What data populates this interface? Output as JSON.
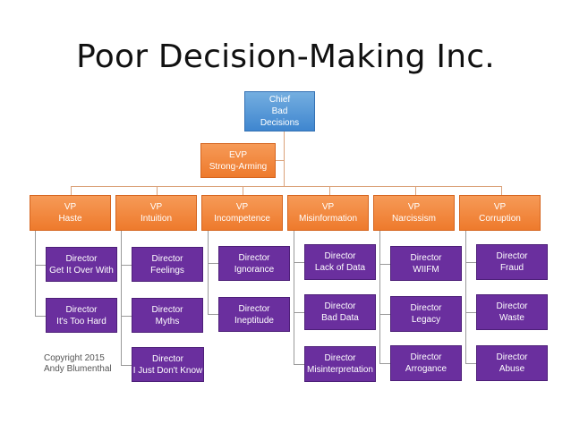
{
  "title": "Poor Decision-Making Inc.",
  "chief": {
    "line1": "Chief",
    "line2": "Bad",
    "line3": "Decisions"
  },
  "evp": {
    "line1": "EVP",
    "line2": "Strong-Arming"
  },
  "vps": [
    {
      "line1": "VP",
      "line2": "Haste"
    },
    {
      "line1": "VP",
      "line2": "Intuition"
    },
    {
      "line1": "VP",
      "line2": "Incompetence"
    },
    {
      "line1": "VP",
      "line2": "Misinformation"
    },
    {
      "line1": "VP",
      "line2": "Narcissism"
    },
    {
      "line1": "VP",
      "line2": "Corruption"
    }
  ],
  "directors": [
    [
      {
        "line1": "Director",
        "line2": "Get It Over With"
      },
      {
        "line1": "Director",
        "line2": "It's Too Hard"
      }
    ],
    [
      {
        "line1": "Director",
        "line2": "Feelings"
      },
      {
        "line1": "Director",
        "line2": "Myths"
      },
      {
        "line1": "Director",
        "line2": "I Just Don't Know"
      }
    ],
    [
      {
        "line1": "Director",
        "line2": "Ignorance"
      },
      {
        "line1": "Director",
        "line2": "Ineptitude"
      }
    ],
    [
      {
        "line1": "Director",
        "line2": "Lack of Data"
      },
      {
        "line1": "Director",
        "line2": "Bad Data"
      },
      {
        "line1": "Director",
        "line2": "Misinterpretation"
      }
    ],
    [
      {
        "line1": "Director",
        "line2": "WIIFM"
      },
      {
        "line1": "Director",
        "line2": "Legacy"
      },
      {
        "line1": "Director",
        "line2": "Arrogance"
      }
    ],
    [
      {
        "line1": "Director",
        "line2": "Fraud"
      },
      {
        "line1": "Director",
        "line2": "Waste"
      },
      {
        "line1": "Director",
        "line2": "Abuse"
      }
    ]
  ],
  "copyright": {
    "line1": "Copyright 2015",
    "line2": "Andy Blumenthal"
  },
  "colors": {
    "chief": "#3f86cf",
    "orange": "#ee7a2c",
    "purple": "#6a2f9e"
  }
}
